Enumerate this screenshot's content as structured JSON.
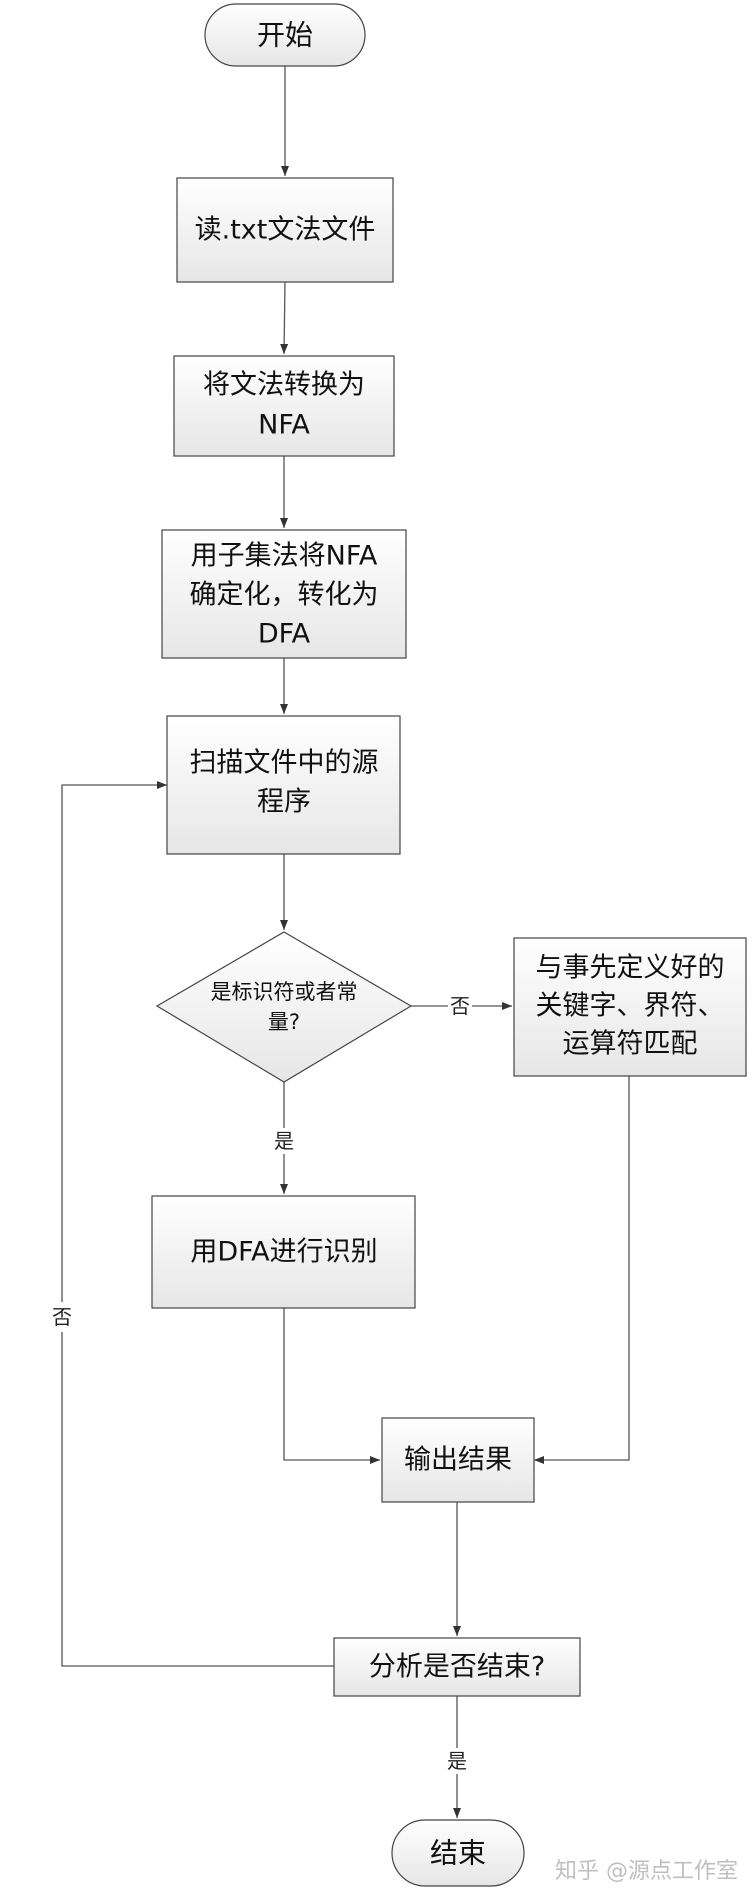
{
  "nodes": {
    "start": "开始",
    "read_grammar": "读.txt文法文件",
    "to_nfa": [
      "将文法转换为",
      "NFA"
    ],
    "subset": [
      "用子集法将NFA",
      "确定化，转化为",
      "DFA"
    ],
    "scan": [
      "扫描文件中的源",
      "程序"
    ],
    "decision_ident": [
      "是标识符或者常",
      "量?"
    ],
    "match_keywords": [
      "与事先定义好的",
      "关键字、界符、",
      "运算符匹配"
    ],
    "dfa_recognize": "用DFA进行识别",
    "output": "输出结果",
    "decision_end": "分析是否结束?",
    "end": "结束"
  },
  "edge_labels": {
    "ident_no": "否",
    "ident_yes": "是",
    "end_no": "否",
    "end_yes": "是"
  },
  "watermark": "知乎 @源点工作室"
}
